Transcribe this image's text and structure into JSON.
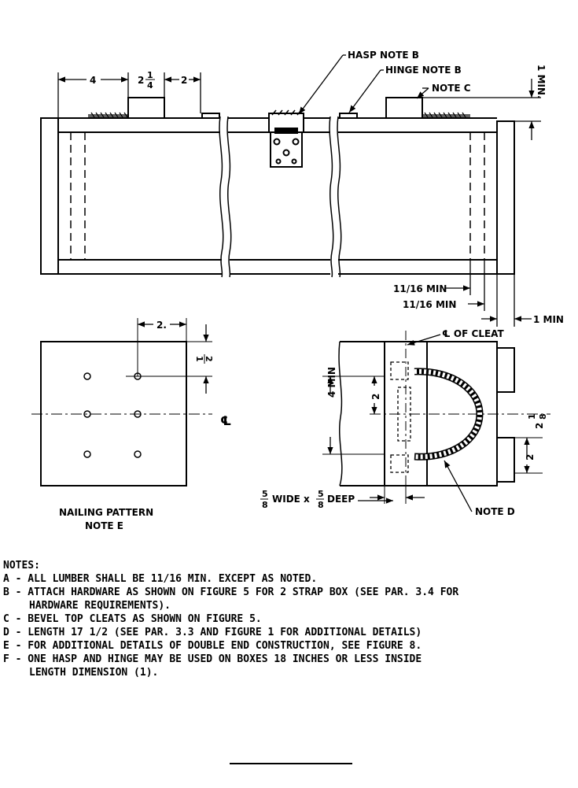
{
  "labels": {
    "dim_4": "4",
    "dim_2": "2",
    "dim_2_quarter_whole": "2",
    "dim_2_quarter_num": "1",
    "dim_2_quarter_den": "4",
    "dim_1_min": "1 MIN.",
    "hasp": "HASP NOTE B",
    "hinge": "HINGE NOTE B",
    "note_c": "NOTE C",
    "dim_11_16_min_1": "11/16 MIN",
    "dim_11_16_min_2": "11/16 MIN",
    "dim_1min_right": "1 MIN",
    "nail_dim_2": "2.",
    "nail_dim_half_num": "1",
    "nail_dim_half_den": "2",
    "centerline": "℄",
    "cleat_centerline": "℄ OF CLEAT",
    "dim_4_min": "4 MIN",
    "dim_2_vert": "2",
    "dim_2_eighth_whole": "2",
    "dim_2_eighth_num": "1",
    "dim_2_eighth_den": "8",
    "cleat_num": "5",
    "cleat_den": "8",
    "cleat_wide": "WIDE x",
    "cleat_num2": "5",
    "cleat_den2": "8",
    "cleat_deep": "DEEP",
    "note_d": "NOTE D",
    "nailing_line1": "NAILING PATTERN",
    "nailing_line2": "NOTE E"
  },
  "notes": {
    "heading": "NOTES:",
    "items": [
      "A - ALL LUMBER SHALL BE 11/16 MIN. EXCEPT AS NOTED.",
      "B - ATTACH HARDWARE AS SHOWN ON FIGURE 5 FOR 2 STRAP BOX (SEE PAR. 3.4 FOR",
      "HARDWARE REQUIREMENTS).",
      "C - BEVEL TOP CLEATS AS SHOWN ON FIGURE 5.",
      "D - LENGTH 17 1/2 (SEE PAR. 3.3 AND FIGURE 1 FOR ADDITIONAL DETAILS)",
      "E - FOR ADDITIONAL DETAILS OF DOUBLE END CONSTRUCTION, SEE FIGURE 8.",
      "F - ONE HASP AND HINGE MAY BE USED ON BOXES 18 INCHES OR LESS INSIDE",
      "LENGTH DIMENSION (1)."
    ]
  }
}
